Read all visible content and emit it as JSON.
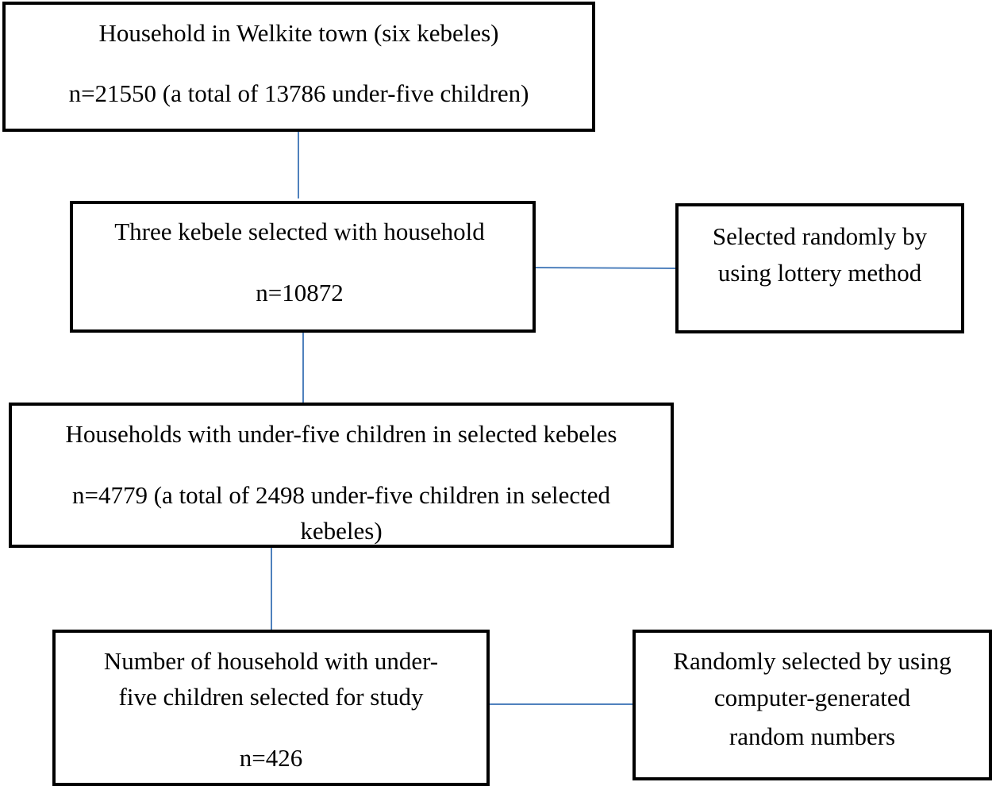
{
  "flowchart": {
    "box_town": {
      "line1": "Household in Welkite town (six kebeles)",
      "line2": "n=21550 (a total of 13786 under-five children)"
    },
    "box_kebele": {
      "line1": "Three kebele selected with household",
      "line2": "n=10872"
    },
    "note_lottery": {
      "line1": "Selected randomly by",
      "line2": "using lottery method"
    },
    "box_households_u5": {
      "line1": "Households with under-five children in selected kebeles",
      "line2": "n=4779 (a total of 2498 under-five children in selected",
      "line3": "kebeles)"
    },
    "box_study": {
      "line1": "Number of household with under-",
      "line2": "five children selected for study",
      "line3": "n=426"
    },
    "note_random": {
      "line1": "Randomly selected by using",
      "line2": "computer-generated",
      "line3": "random numbers"
    },
    "colors": {
      "connector": "#4f81bd",
      "box_border": "#000000"
    }
  }
}
